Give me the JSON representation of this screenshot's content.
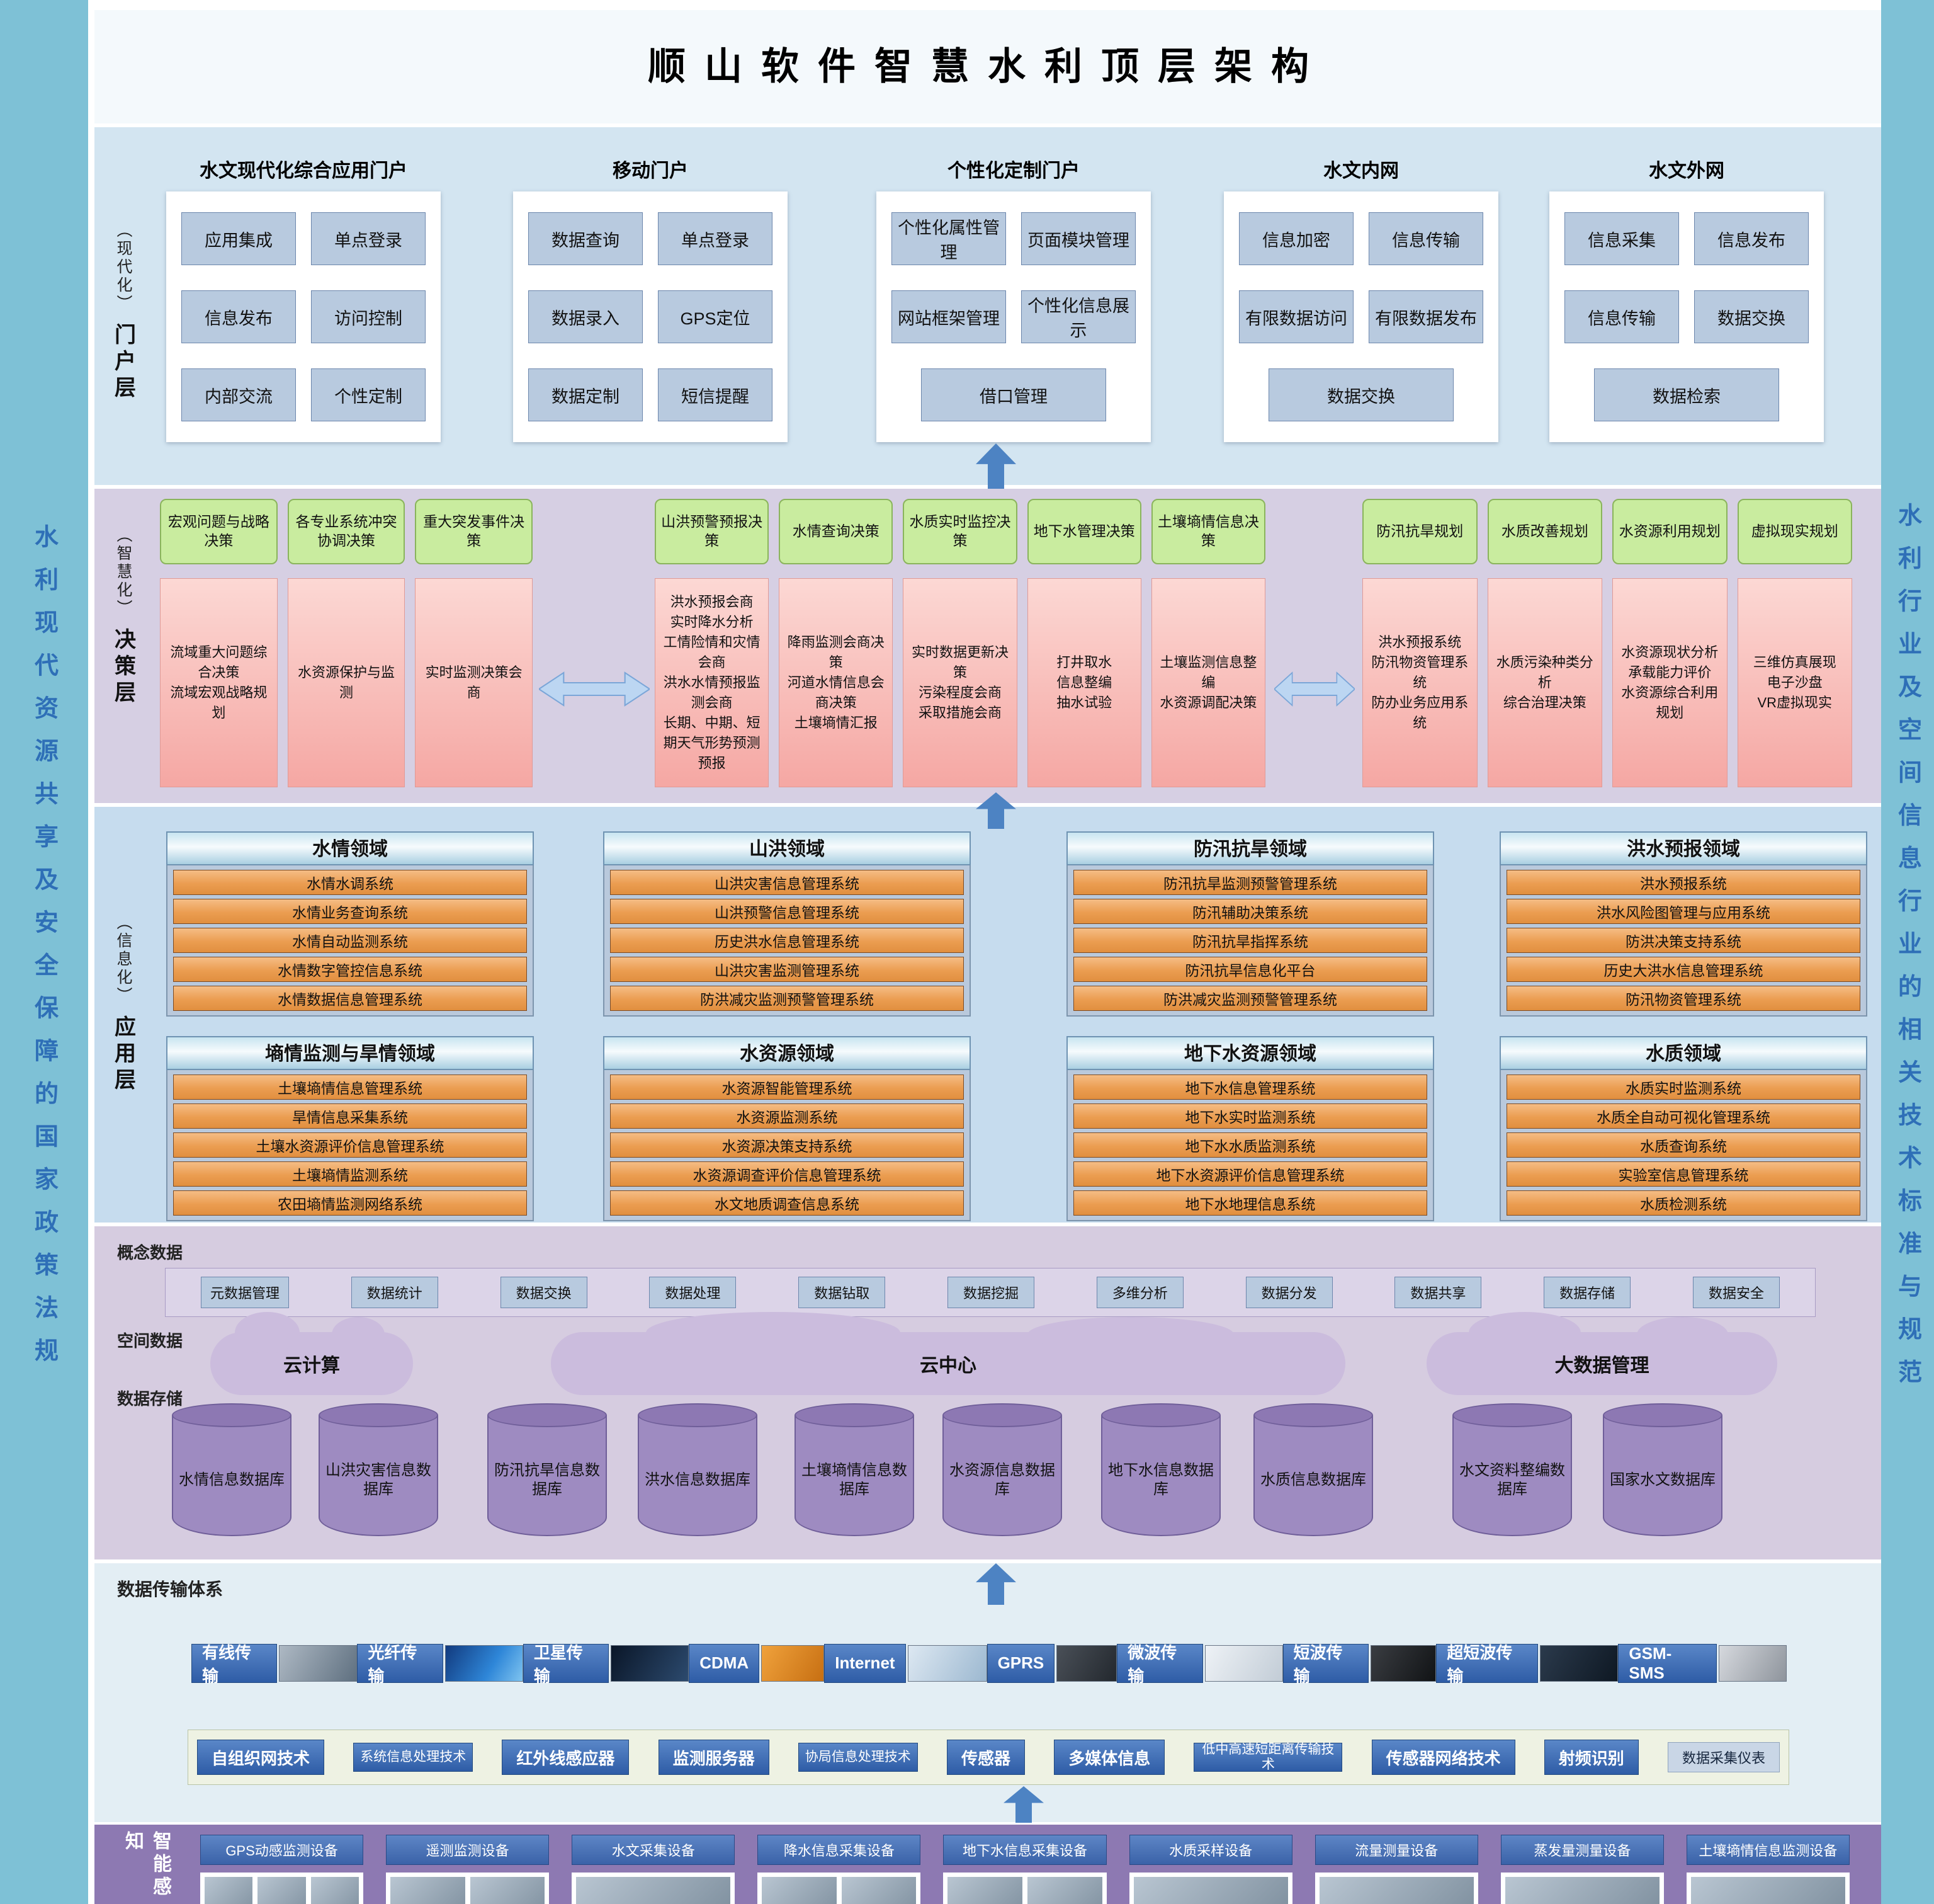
{
  "title": "顺山软件智慧水利顶层架构",
  "side_left": "水利现代资源共享及安全保障的国家政策法规",
  "side_right": "水利行业及空间信息行业的相关技术标准与规范",
  "colors": {
    "band_teal": "#7ec1d6",
    "green_box": "#c9ec9f",
    "pink_box": "#f5a7a3",
    "orange_row": "#eb9d51",
    "blue_box": "#b8cadf",
    "cylinder": "#9e8bc1",
    "deep_blue_label": "#2e5ca6"
  },
  "portal": {
    "layer_tag": "（现代化）",
    "layer_name": "门户层",
    "columns": [
      {
        "title": "水文现代化综合应用门户",
        "items": [
          "应用集成",
          "单点登录",
          "信息发布",
          "访问控制",
          "内部交流",
          "个性定制"
        ]
      },
      {
        "title": "移动门户",
        "items": [
          "数据查询",
          "单点登录",
          "数据录入",
          "GPS定位",
          "数据定制",
          "短信提醒"
        ]
      },
      {
        "title": "个性化定制门户",
        "items": [
          "个性化属性管理",
          "页面模块管理",
          "网站框架管理",
          "个性化信息展示",
          "借口管理"
        ]
      },
      {
        "title": "水文内网",
        "items": [
          "信息加密",
          "信息传输",
          "有限数据访问",
          "有限数据发布",
          "数据交换"
        ]
      },
      {
        "title": "水文外网",
        "items": [
          "信息采集",
          "信息发布",
          "信息传输",
          "数据交换",
          "数据检索"
        ]
      }
    ]
  },
  "decision": {
    "layer_tag": "（智慧化）",
    "layer_name": "决策层",
    "green": [
      "宏观问题与战略决策",
      "各专业系统冲突协调决策",
      "重大突发事件决策",
      "山洪预警预报决策",
      "水情查询决策",
      "水质实时监控决策",
      "地下水管理决策",
      "土壤墒情信息决策",
      "防汛抗旱规划",
      "水质改善规划",
      "水资源利用规划",
      "虚拟现实规划"
    ],
    "pink": [
      "流域重大问题综合决策\n流域宏观战略规划",
      "水资源保护与监测",
      "实时监测决策会商",
      "洪水预报会商\n实时降水分析\n工情险情和灾情会商\n洪水水情预报监测会商\n长期、中期、短期天气形势预测预报",
      "降雨监测会商决策\n河道水情信息会商决策\n土壤墒情汇报",
      "实时数据更新决策\n污染程度会商\n采取措施会商",
      "打井取水\n信息整编\n抽水试验",
      "土壤监测信息整编\n水资源调配决策",
      "洪水预报系统\n防汛物资管理系统\n防办业务应用系统",
      "水质污染种类分析\n综合治理决策",
      "水资源现状分析\n承载能力评价\n水资源综合利用规划",
      "三维仿真展现\n电子沙盘\nVR虚拟现实"
    ]
  },
  "application": {
    "layer_tag": "（信息化）",
    "layer_name": "应用层",
    "domains": [
      {
        "title": "水情领域",
        "systems": [
          "水情水调系统",
          "水情业务查询系统",
          "水情自动监测系统",
          "水情数字管控信息系统",
          "水情数据信息管理系统"
        ]
      },
      {
        "title": "山洪领域",
        "systems": [
          "山洪灾害信息管理系统",
          "山洪预警信息管理系统",
          "历史洪水信息管理系统",
          "山洪灾害监测管理系统",
          "防洪减灾监测预警管理系统"
        ]
      },
      {
        "title": "防汛抗旱领域",
        "systems": [
          "防汛抗旱监测预警管理系统",
          "防汛辅助决策系统",
          "防汛抗旱指挥系统",
          "防汛抗旱信息化平台",
          "防洪减灾监测预警管理系统"
        ]
      },
      {
        "title": "洪水预报领域",
        "systems": [
          "洪水预报系统",
          "洪水风险图管理与应用系统",
          "防洪决策支持系统",
          "历史大洪水信息管理系统",
          "防汛物资管理系统"
        ]
      },
      {
        "title": "墒情监测与旱情领域",
        "systems": [
          "土壤墒情信息管理系统",
          "旱情信息采集系统",
          "土壤水资源评价信息管理系统",
          "土壤墒情监测系统",
          "农田墒情监测网络系统"
        ]
      },
      {
        "title": "水资源领域",
        "systems": [
          "水资源智能管理系统",
          "水资源监测系统",
          "水资源决策支持系统",
          "水资源调查评价信息管理系统",
          "水文地质调查信息系统"
        ]
      },
      {
        "title": "地下水资源领域",
        "systems": [
          "地下水信息管理系统",
          "地下水实时监测系统",
          "地下水水质监测系统",
          "地下水资源评价信息管理系统",
          "地下水地理信息系统"
        ]
      },
      {
        "title": "水质领域",
        "systems": [
          "水质实时监测系统",
          "水质全自动可视化管理系统",
          "水质查询系统",
          "实验室信息管理系统",
          "水质检测系统"
        ]
      }
    ]
  },
  "data_layer": {
    "concept_label": "概念数据",
    "spatial_label": "空间数据",
    "storage_label": "数据存储",
    "concept_boxes": [
      "元数据管理",
      "数据统计",
      "数据交换",
      "数据处理",
      "数据钻取",
      "数据挖掘",
      "多维分析",
      "数据分发",
      "数据共享",
      "数据存储",
      "数据安全"
    ],
    "clouds": [
      "云计算",
      "云中心",
      "大数据管理"
    ],
    "databases": [
      "水情信息数据库",
      "山洪灾害信息数据库",
      "防汛抗旱信息数据库",
      "洪水信息数据库",
      "土壤墒情信息数据库",
      "水资源信息数据库",
      "地下水信息数据库",
      "水质信息数据库",
      "水文资料整编数据库",
      "国家水文数据库"
    ]
  },
  "transmission": {
    "label": "数据传输体系",
    "links": [
      "有线传输",
      "光纤传输",
      "卫星传输",
      "CDMA",
      "Internet",
      "GPRS",
      "微波传输",
      "短波传输",
      "超短波传输",
      "GSM-SMS"
    ],
    "tech": [
      "自组织网技术",
      "系统信息处理技术",
      "红外线感应器",
      "监测服务器",
      "协局信息处理技术",
      "传感器",
      "多媒体信息",
      "低中高速短距离传输技术",
      "传感器网络技术",
      "射频识别",
      "数据采集仪表"
    ]
  },
  "sensing": {
    "layer_name": "智能感知",
    "devices": [
      "GPS动感监测设备",
      "遥测监测设备",
      "水文采集设备",
      "降水信息采集设备",
      "地下水信息采集设备",
      "水质采样设备",
      "流量测量设备",
      "蒸发量测量设备",
      "土壤墒情信息监测设备"
    ]
  }
}
